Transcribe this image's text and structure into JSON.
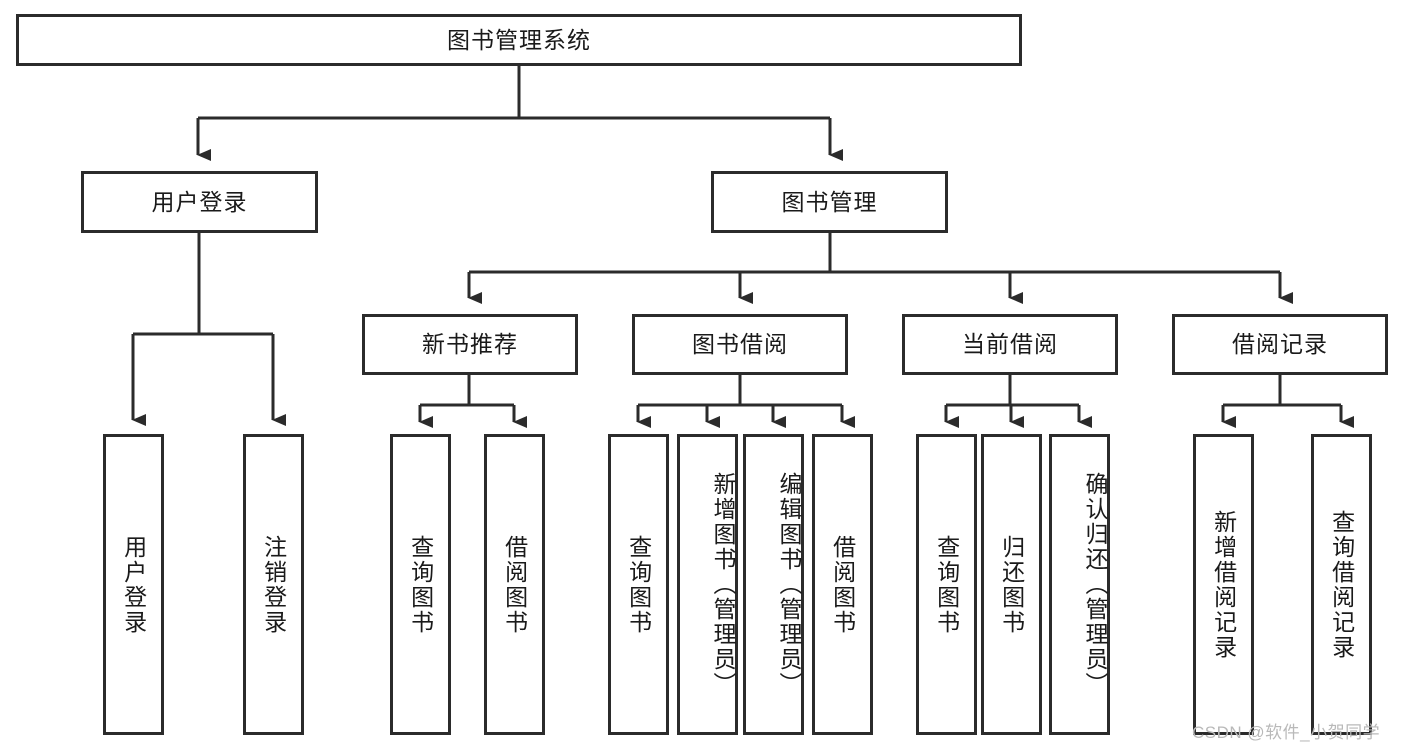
{
  "diagram": {
    "title": "图书管理系统",
    "type": "tree-hierarchy-diagram",
    "colors": {
      "border": "#2b2b2b",
      "box_fill": "#ffffff",
      "text": "#1a1a1a",
      "connector": "#2b2b2b",
      "background": "#ffffff",
      "watermark": "#b9b9b9"
    },
    "root": {
      "label": "图书管理系统"
    },
    "level2": [
      {
        "id": "user-login",
        "label": "用户登录"
      },
      {
        "id": "book-management",
        "label": "图书管理"
      }
    ],
    "level3": [
      {
        "id": "new-book-recommend",
        "label": "新书推荐"
      },
      {
        "id": "book-borrow",
        "label": "图书借阅"
      },
      {
        "id": "current-borrow",
        "label": "当前借阅"
      },
      {
        "id": "borrow-record",
        "label": "借阅记录"
      }
    ],
    "leaves": {
      "user_login": [
        {
          "id": "leaf-user-login",
          "label": "用户登录"
        },
        {
          "id": "leaf-logout-login",
          "label": "注销登录"
        }
      ],
      "new_book_recommend": [
        {
          "id": "leaf-query-book-1",
          "label": "查询图书"
        },
        {
          "id": "leaf-borrow-book-1",
          "label": "借阅图书"
        }
      ],
      "book_borrow": [
        {
          "id": "leaf-query-book-2",
          "label": "查询图书"
        },
        {
          "id": "leaf-add-book",
          "label": "新增图书（管理员）"
        },
        {
          "id": "leaf-edit-book",
          "label": "编辑图书（管理员）"
        },
        {
          "id": "leaf-borrow-book-2",
          "label": "借阅图书"
        }
      ],
      "current_borrow": [
        {
          "id": "leaf-query-book-3",
          "label": "查询图书"
        },
        {
          "id": "leaf-return-book",
          "label": "归还图书"
        },
        {
          "id": "leaf-confirm-return",
          "label": "确认归还（管理员）"
        }
      ],
      "borrow_record": [
        {
          "id": "leaf-add-record",
          "label": "新增借阅记录"
        },
        {
          "id": "leaf-query-record",
          "label": "查询借阅记录"
        }
      ]
    }
  },
  "watermark": {
    "text": "CSDN @软件_小贺同学"
  }
}
